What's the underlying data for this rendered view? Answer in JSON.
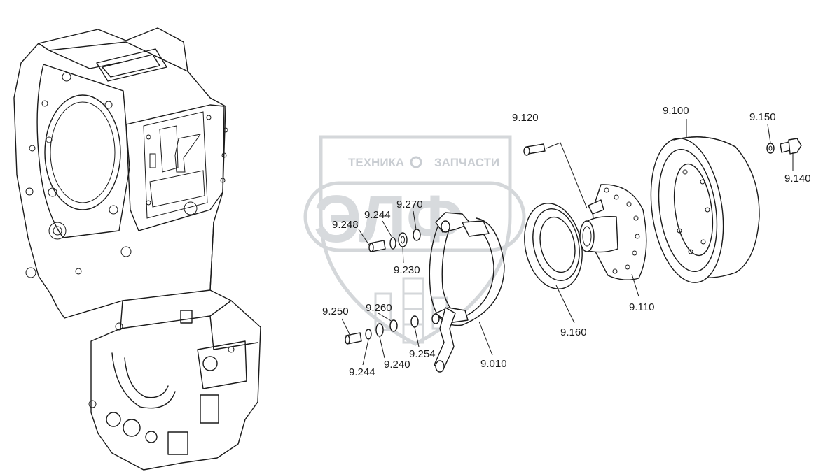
{
  "watermark": {
    "line1_left": "ТЕХНИКА",
    "line1_right": "ЗАПЧАСТИ",
    "big_text": "ЭЛФ",
    "color": "#c9cdd2"
  },
  "callouts": [
    {
      "id": "9.120",
      "text": "9.120"
    },
    {
      "id": "9.100",
      "text": "9.100"
    },
    {
      "id": "9.150",
      "text": "9.150"
    },
    {
      "id": "9.140",
      "text": "9.140"
    },
    {
      "id": "9.270",
      "text": "9.270"
    },
    {
      "id": "9.244a",
      "text": "9.244"
    },
    {
      "id": "9.248",
      "text": "9.248"
    },
    {
      "id": "9.230",
      "text": "9.230"
    },
    {
      "id": "9.110",
      "text": "9.110"
    },
    {
      "id": "9.160",
      "text": "9.160"
    },
    {
      "id": "9.260",
      "text": "9.260"
    },
    {
      "id": "9.250",
      "text": "9.250"
    },
    {
      "id": "9.254",
      "text": "9.254"
    },
    {
      "id": "9.010",
      "text": "9.010"
    },
    {
      "id": "9.240",
      "text": "9.240"
    },
    {
      "id": "9.244b",
      "text": "9.244"
    }
  ]
}
